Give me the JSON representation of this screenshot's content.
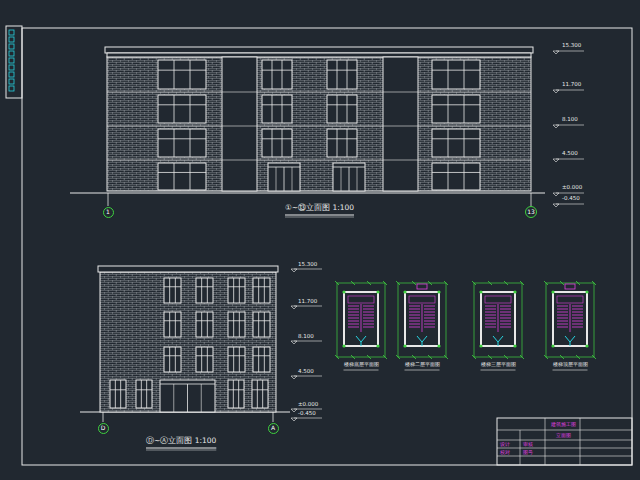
{
  "diagram": {
    "nodes": [
      {
        "text": [
          "1"
        ]
      },
      {
        "text": [
          "13"
        ]
      },
      {
        "text": [
          "D"
        ]
      },
      {
        "text": [
          "A"
        ]
      }
    ],
    "labels": [
      "①~⑬立面图 1:100",
      "Ⓓ~Ⓐ立面图 1:100",
      "15.300",
      "11.700",
      "8.100",
      "4.500",
      "±0.000",
      "-0.450",
      "15.300",
      "11.700",
      "8.100",
      "4.500",
      "±0.000",
      "-0.450",
      "楼梯底层平面图",
      "楼梯二层平面图",
      "楼梯三层平面图",
      "楼梯顶层平面图",
      "建筑施工图",
      "立面图",
      "设计",
      "校对",
      "审核",
      "图号"
    ]
  }
}
